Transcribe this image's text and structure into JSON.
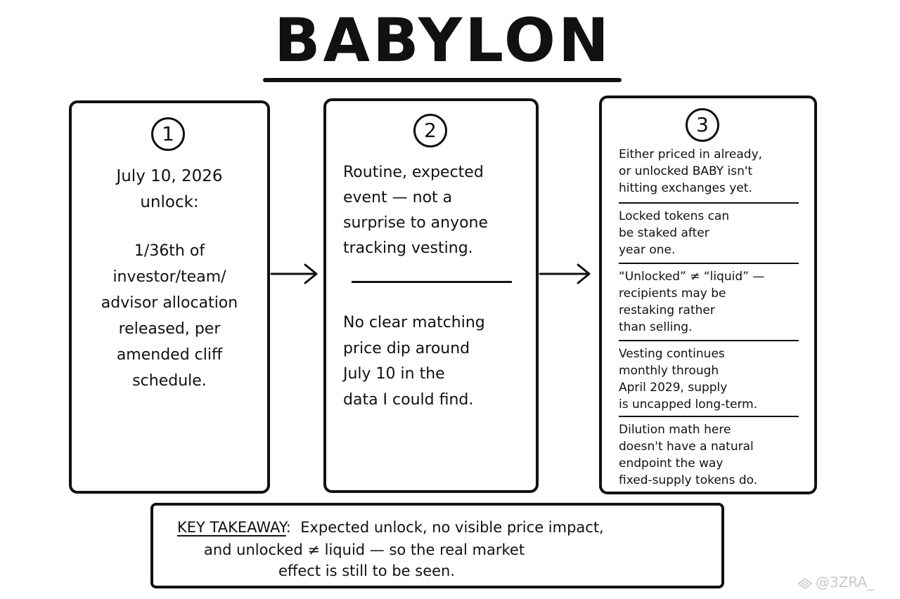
{
  "title": "BABYLON",
  "steps": [
    {
      "number": "1",
      "date": "July 10, 2026\nunlock:",
      "detail": "1/36th of\ninvestor/team/\nadvisor allocation\nreleased, per\namended cliff\nschedule."
    },
    {
      "number": "2",
      "top_text": "Routine, expected\nevent — not a\nsurprise to anyone\ntracking vesting.",
      "bottom_text": "No clear matching\nprice dip around\nJuly 10 in the\ndata I could find."
    },
    {
      "number": "3",
      "sections": [
        "Either priced in already,\nor unlocked BABY isn't\nhitting exchanges yet.",
        "Locked tokens can\nbe staked after\nyear one.",
        "“Unlocked” ≠ “liquid” —\nrecipients may be\nrestaking rather\nthan selling.",
        "Vesting continues\nmonthly through\nApril 2029, supply\nis uncapped long-term.",
        "Dilution math here\ndoesn't have a natural\nendpoint the way\nfixed-supply tokens do."
      ]
    }
  ],
  "takeaway": {
    "label": "KEY TAKEAWAY",
    "line1": "Expected unlock, no visible price impact,",
    "line2": "and unlocked ≠ liquid — so the real market",
    "line3": "effect is still to be seen."
  },
  "watermark": "@3ZRA_",
  "colors": {
    "ink": "#111111",
    "background": "#ffffff",
    "watermark": "#c8c8c8"
  }
}
